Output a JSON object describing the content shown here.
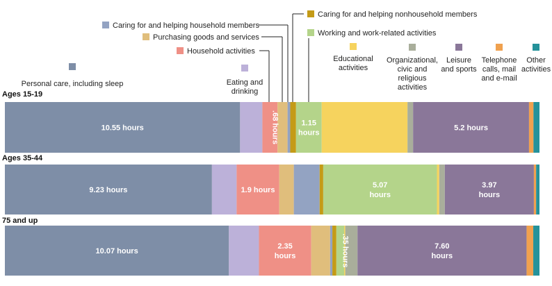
{
  "chart_data": {
    "type": "bar",
    "orientation": "horizontal-stacked",
    "unit": "hours",
    "categories": [
      "Personal care, including sleep",
      "Eating and drinking",
      "Household activities",
      "Purchasing goods and services",
      "Caring for and helping household members",
      "Caring for and helping nonhousehold members",
      "Working and work-related activities",
      "Educational activities",
      "Organizational, civic and religious activities",
      "Leisure and sports",
      "Telephone calls, mail and e-mail",
      "Other activities"
    ],
    "colors": [
      "#7e8ea7",
      "#bcb1d9",
      "#ef9086",
      "#e0be7c",
      "#93a3c2",
      "#c49b17",
      "#b4d48a",
      "#f6d35e",
      "#a9ae9b",
      "#8a7799",
      "#f0a14f",
      "#25929a"
    ],
    "legend_lines": [
      [
        "Personal care, including sleep"
      ],
      [
        "Eating and",
        "drinking"
      ],
      [
        "Household activities"
      ],
      [
        "Purchasing goods and services"
      ],
      [
        "Caring for and helping household members"
      ],
      [
        "Caring for and helping nonhousehold members"
      ],
      [
        "Working and work-related activities"
      ],
      [
        "Educational",
        "activities"
      ],
      [
        "Organizational,",
        "civic and",
        "religious",
        "activities"
      ],
      [
        "Leisure",
        "and sports"
      ],
      [
        "Telephone",
        "calls, mail",
        "and e-mail"
      ],
      [
        "Other",
        "activities"
      ]
    ],
    "groups": [
      {
        "name": "Ages 15-19",
        "values": [
          10.55,
          1.0,
          0.68,
          0.45,
          0.12,
          0.26,
          1.15,
          3.85,
          0.25,
          5.2,
          0.2,
          0.27
        ],
        "labels": [
          "10.55 hours",
          "",
          ".68 hours",
          "",
          "",
          "",
          "1.15|hours",
          "",
          "",
          "5.2 hours",
          "",
          ""
        ]
      },
      {
        "name": "Ages 35-44",
        "values": [
          9.23,
          1.1,
          1.9,
          0.65,
          1.15,
          0.16,
          5.07,
          0.1,
          0.25,
          3.97,
          0.1,
          0.15
        ],
        "labels": [
          "9.23 hours",
          "",
          "1.9 hours",
          "",
          "",
          "",
          "5.07|hours",
          "",
          "",
          "3.97|hours",
          "",
          ""
        ]
      },
      {
        "name": "75 and up",
        "values": [
          10.07,
          1.35,
          2.35,
          0.85,
          0.1,
          0.18,
          0.35,
          0.05,
          0.55,
          7.6,
          0.3,
          0.28
        ],
        "labels": [
          "10.07 hours",
          "",
          "2.35|hours",
          "",
          "",
          "",
          ".35 hours",
          "",
          "",
          "7.60|hours",
          "",
          ""
        ]
      }
    ]
  }
}
